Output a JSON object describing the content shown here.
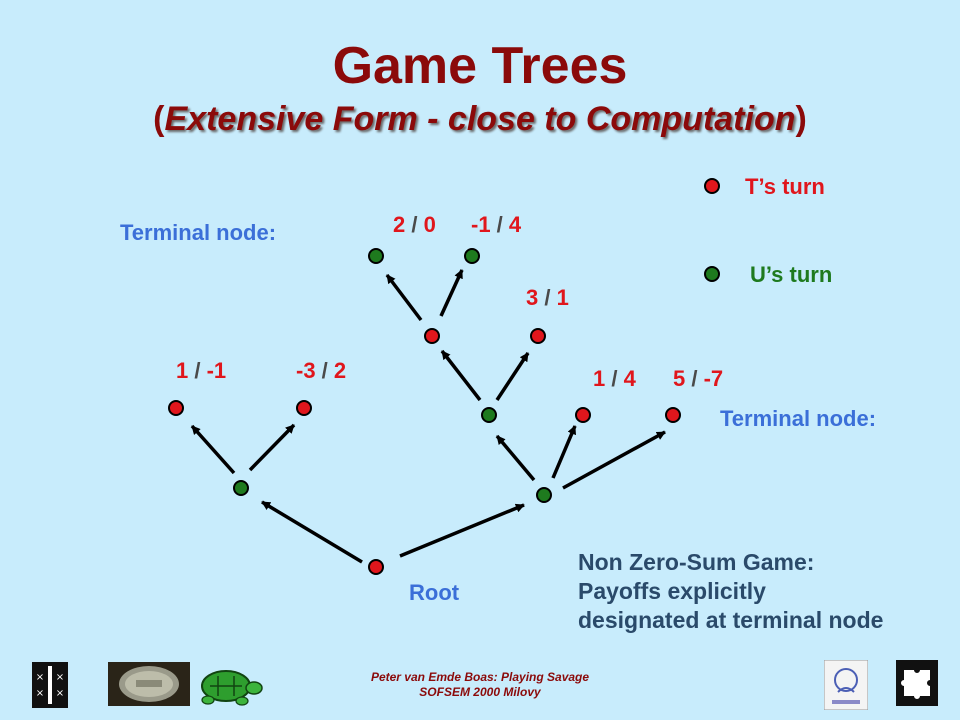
{
  "slide": {
    "title": "Game Trees",
    "subtitle_open": "(",
    "subtitle_text": "Extensive Form - close to Computation",
    "subtitle_close": ")"
  },
  "legend": {
    "t_turn": "T’s turn",
    "u_turn": "U’s turn",
    "t_color": "#e0161c",
    "u_color": "#1e7a1e"
  },
  "labels": {
    "terminal_node_left": "Terminal node:",
    "terminal_node_right": "Terminal node:",
    "root": "Root"
  },
  "payoffs": [
    {
      "a": "2",
      "b": "0"
    },
    {
      "a": "-1",
      "b": "4"
    },
    {
      "a": "3",
      "b": "1"
    },
    {
      "a": "1",
      "b": "-1"
    },
    {
      "a": "-3",
      "b": "2"
    },
    {
      "a": "1",
      "b": "4"
    },
    {
      "a": "5",
      "b": "-7"
    }
  ],
  "separator": " / ",
  "note": {
    "line1": "Non Zero-Sum Game:",
    "line2": "Payoffs explicitly",
    "line3": "designated at terminal node"
  },
  "footer": {
    "line1": "Peter van Emde Boas: Playing Savage",
    "line2": "SOFSEM 2000 Milovy"
  },
  "logos": {
    "left": [
      "uva-logo",
      "coin-logo",
      "turtle-logo"
    ],
    "right": [
      "illc-logo",
      "puzzle-logo"
    ]
  }
}
